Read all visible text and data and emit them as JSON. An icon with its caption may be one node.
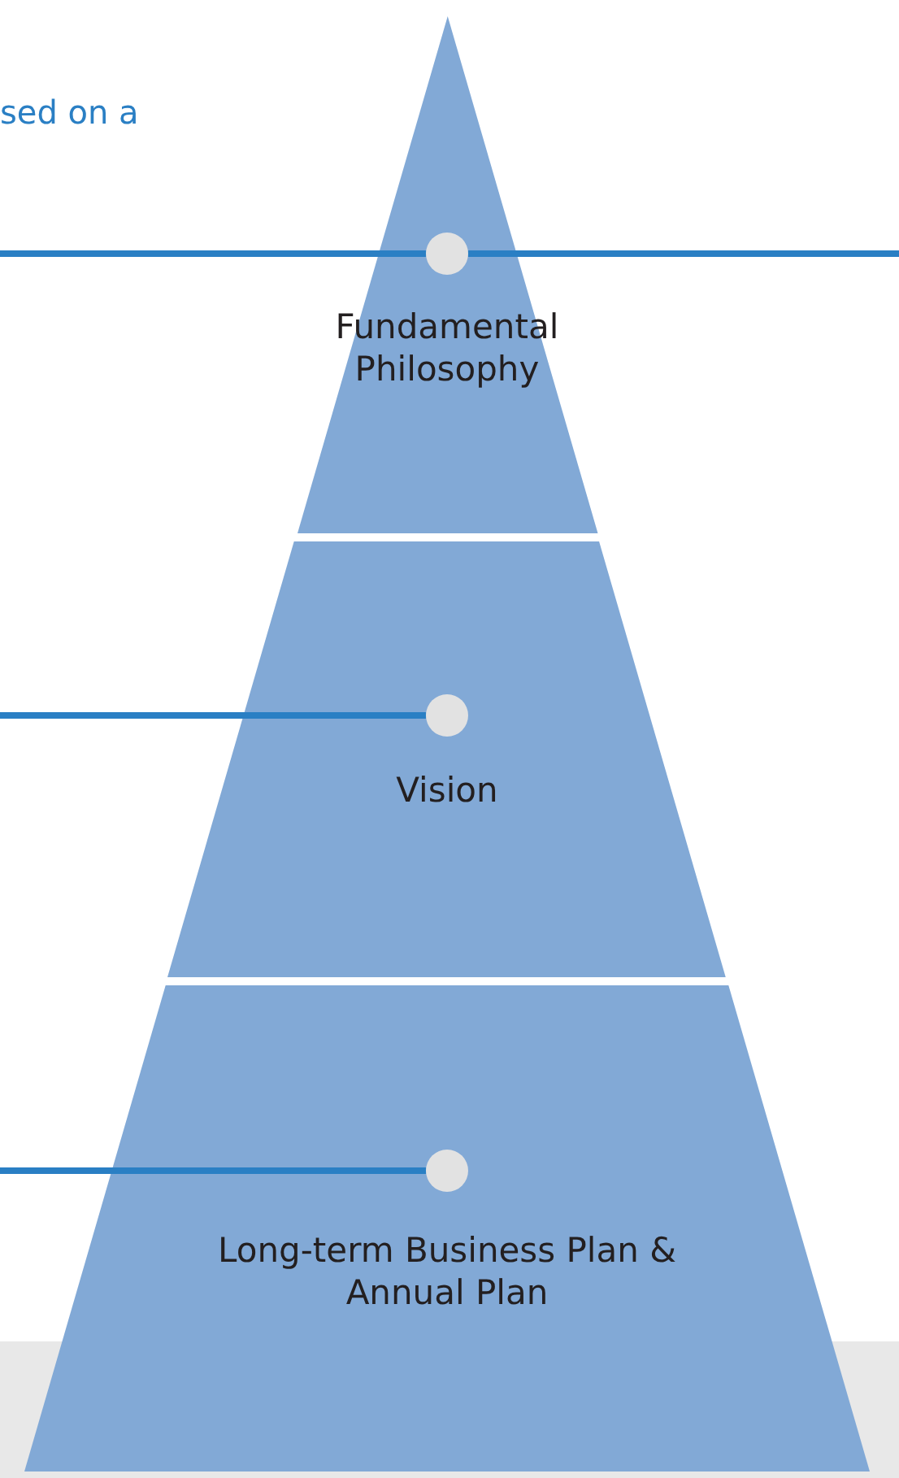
{
  "diagram": {
    "nodes": [
      {
        "text": [
          "Fundamental Philosophy"
        ]
      },
      {
        "text": [],
        "shape": "circle",
        "in": 0
      },
      {
        "text": [
          "Vision"
        ]
      },
      {
        "text": [],
        "shape": "circle",
        "in": 2
      },
      {
        "text": [
          "Long-term Business Plan & Annual Plan"
        ]
      },
      {
        "text": [],
        "shape": "circle",
        "in": 4
      }
    ],
    "edges": [
      {
        "from": null,
        "to": 1,
        "arrow": "none"
      },
      {
        "from": 1,
        "to": null,
        "arrow": "none"
      },
      {
        "from": null,
        "to": 3,
        "arrow": "none"
      },
      {
        "from": null,
        "to": 5,
        "arrow": "none"
      }
    ],
    "labels": [
      "sed on a"
    ]
  }
}
